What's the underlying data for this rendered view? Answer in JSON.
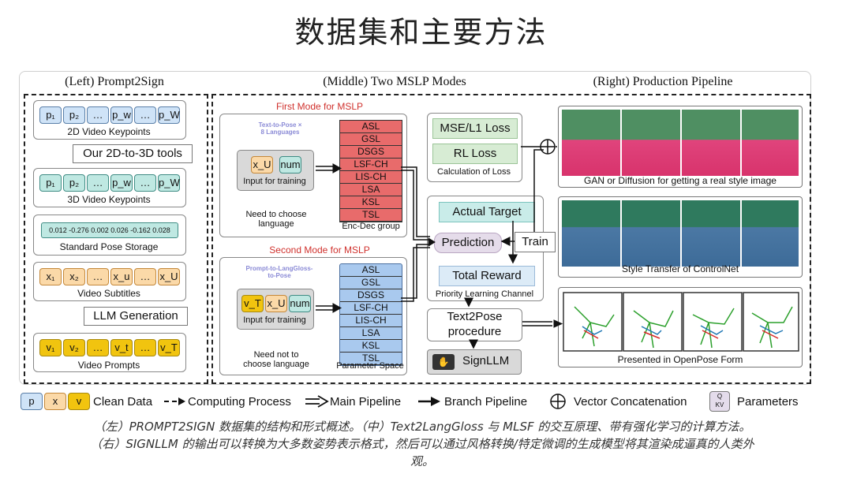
{
  "page_title": "数据集和主要方法",
  "sections": {
    "left": "(Left) Prompt2Sign",
    "middle": "(Middle) Two MSLP Modes",
    "right": "(Right) Production Pipeline"
  },
  "left": {
    "tokens_2d": [
      "p₁",
      "p₂",
      "…",
      "p_w",
      "…",
      "p_W"
    ],
    "label_2d": "2D Video Keypoints",
    "tool_2d3d": "Our 2D-to-3D tools",
    "tokens_3d": [
      "p₁",
      "p₂",
      "…",
      "p_w",
      "…",
      "p_W"
    ],
    "label_3d": "3D Video Keypoints",
    "pose_values": "0.012 -0.276 0.002 0.026 -0.162 0.028",
    "label_pose": "Standard Pose Storage",
    "tokens_sub": [
      "x₁",
      "x₂",
      "…",
      "x_u",
      "…",
      "x_U"
    ],
    "label_sub": "Video Subtitles",
    "tool_llm": "LLM Generation",
    "tokens_prompt": [
      "v₁",
      "v₂",
      "…",
      "v_t",
      "…",
      "v_T"
    ],
    "label_prompt": "Video Prompts"
  },
  "middle": {
    "first_title": "First Mode for MSLP",
    "first_task": "Text-to-Pose ×\n8 Languages",
    "first_input_tokens": [
      "x_U",
      "num"
    ],
    "first_input_label": "Input for training",
    "first_note": "Need to choose\nlanguage",
    "first_group_langs": [
      "ASL",
      "GSL",
      "DSGS",
      "LSF-CH",
      "LIS-CH",
      "LSA",
      "KSL",
      "TSL"
    ],
    "first_group_label": "Enc-Dec group",
    "second_title": "Second Mode for MSLP",
    "second_task": "Prompt-to-LangGloss-\nto-Pose",
    "second_input_tokens": [
      "v_T",
      "x_U",
      "num"
    ],
    "second_input_label": "Input for training",
    "second_note": "Need not to\nchoose language",
    "second_group_langs": [
      "ASL",
      "GSL",
      "DSGS",
      "LSF-CH",
      "LIS-CH",
      "LSA",
      "KSL",
      "TSL"
    ],
    "second_group_label": "Parameter Space"
  },
  "right": {
    "loss1": "MSE/L1 Loss",
    "loss2": "RL Loss",
    "loss_label": "Calculation of Loss",
    "actual_target": "Actual Target",
    "prediction": "Prediction",
    "train": "Train",
    "total_reward": "Total Reward",
    "priority_label": "Priority Learning Channel",
    "text2pose": "Text2Pose\nprocedure",
    "signllm": "SignLLM",
    "gan_label": "GAN or Diffusion for getting a real style image",
    "style_label": "Style Transfer of ControlNet",
    "openpose_label": "Presented in OpenPose Form"
  },
  "legend": {
    "clean_tokens": [
      "p",
      "x",
      "v"
    ],
    "clean_data": "Clean Data",
    "computing": "Computing Process",
    "main": "Main Pipeline",
    "branch": "Branch Pipeline",
    "concat": "Vector Concatenation",
    "param_icon": "Q\nKV",
    "parameters": "Parameters"
  },
  "caption": {
    "line1": "（左）PROMPT2SIGN 数据集的结构和形式概述。（中）Text2LangGloss 与 MLSF 的交互原理、带有强化学习的计算方法。",
    "line2": "（右）SIGNLLM 的输出可以转换为大多数姿势表示格式，然后可以通过风格转换/特定微调的生成模型将其渲染成逼真的人类外",
    "line3": "观。"
  },
  "colors": {
    "token_blue": "#cfe3f7",
    "token_teal": "#bfe8e2",
    "token_orange": "#fbd9a8",
    "token_yellow": "#f1c40f",
    "enc_dec_red": "#e86b6b",
    "param_blue": "#a9c9ee",
    "mode_title_red": "#d0312d",
    "mode2_task_purple": "#8a8ad6"
  }
}
